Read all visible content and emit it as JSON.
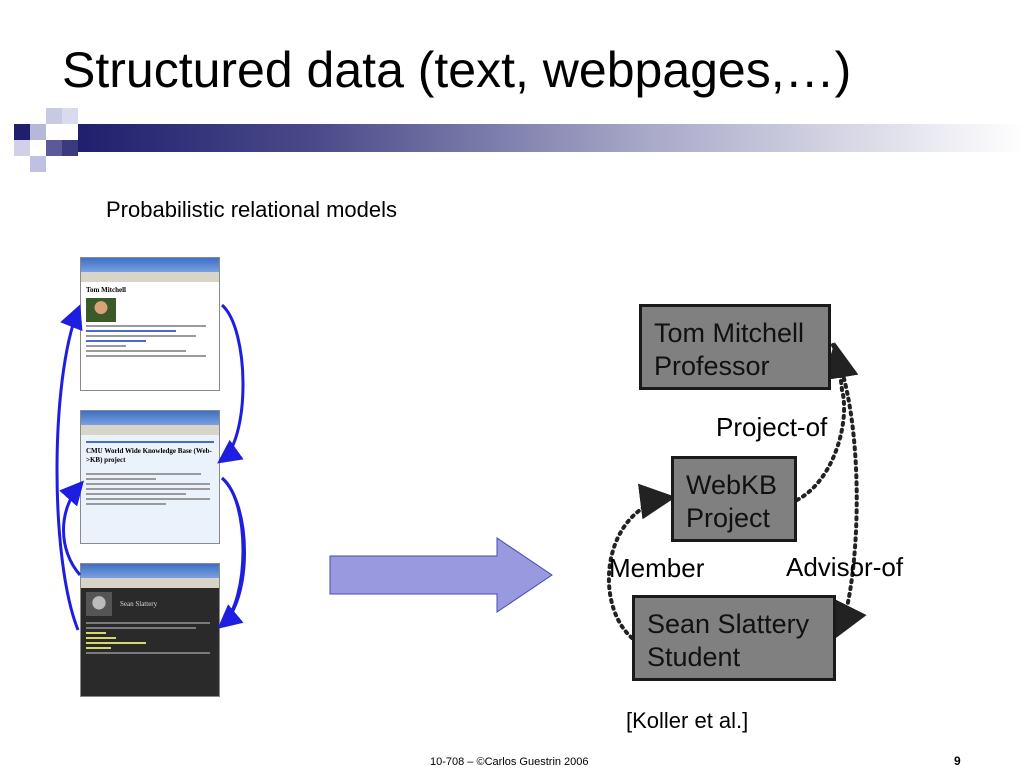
{
  "slide": {
    "title": "Structured data (text, webpages,…)",
    "subtitle": "Probabilistic relational models",
    "citation": "[Koller et al.]",
    "footer": "10-708 – ©Carlos Guestrin 2006",
    "page_number": "9"
  },
  "thumbnails": [
    {
      "heading": "Tom Mitchell",
      "icon": "webpage-thumbnail-icon"
    },
    {
      "heading": "CMU World Wide Knowledge Base (Web->KB) project",
      "icon": "webpage-thumbnail-icon"
    },
    {
      "heading": "Sean Slattery",
      "icon": "webpage-thumbnail-icon"
    }
  ],
  "graph": {
    "nodes": [
      {
        "line1": "Tom Mitchell",
        "line2": "Professor"
      },
      {
        "line1": "WebKB",
        "line2": "Project"
      },
      {
        "line1": "Sean Slattery",
        "line2": "Student"
      }
    ],
    "edges": [
      {
        "label": "Project-of"
      },
      {
        "label": "Member"
      },
      {
        "label": "Advisor-of"
      }
    ]
  },
  "colors": {
    "node_fill": "#808080",
    "big_arrow": "#9999e0",
    "link_arrows": "#1e1ee0",
    "header_band": "#1f1f6e"
  }
}
